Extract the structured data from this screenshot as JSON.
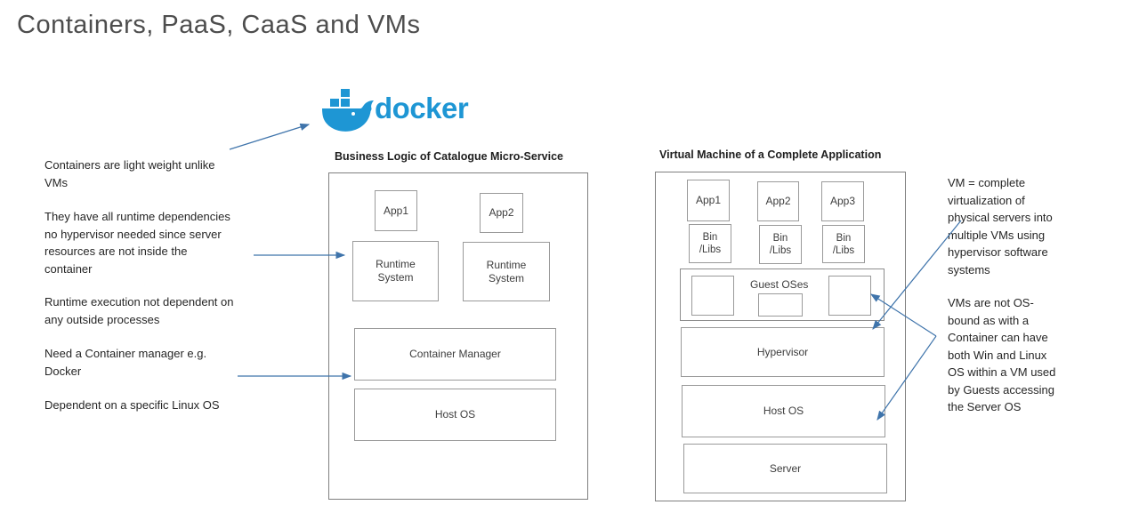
{
  "title": "Containers, PaaS, CaaS and VMs",
  "docker": {
    "wordmark": "docker",
    "brand_color": "#1e96d4"
  },
  "left_notes": [
    "Containers are light weight unlike\nVMs",
    "They have all runtime dependencies\nno hypervisor needed since server\nresources are not inside the\ncontainer",
    "Runtime execution not dependent on\nany outside processes",
    "Need a Container manager e.g.\nDocker",
    "Dependent on a specific Linux OS"
  ],
  "right_notes": [
    "VM = complete\nvirtualization of\nphysical servers into\nmultiple VMs using\nhypervisor software\nsystems",
    "VMs are not OS-\nbound as with a\nContainer can have\nboth Win and Linux\nOS within a VM used\nby Guests accessing\nthe Server OS"
  ],
  "container_diagram": {
    "title": "Business Logic of Catalogue Micro-Service",
    "apps": [
      "App1",
      "App2"
    ],
    "runtime_system": "Runtime\nSystem",
    "container_manager": "Container Manager",
    "host_os": "Host OS"
  },
  "vm_diagram": {
    "title": "Virtual Machine of a Complete Application",
    "apps": [
      "App1",
      "App2",
      "App3"
    ],
    "bin_libs": "Bin\n/Libs",
    "guest_oses": "Guest OSes",
    "hypervisor": "Hypervisor",
    "host_os": "Host OS",
    "server": "Server"
  },
  "colors": {
    "arrow": "#3f74ab",
    "box_border": "#8c8c8c",
    "outer_box_border": "#7f7f7f",
    "title_gray": "#4d4d4d",
    "docker_blue": "#1e96d4"
  }
}
